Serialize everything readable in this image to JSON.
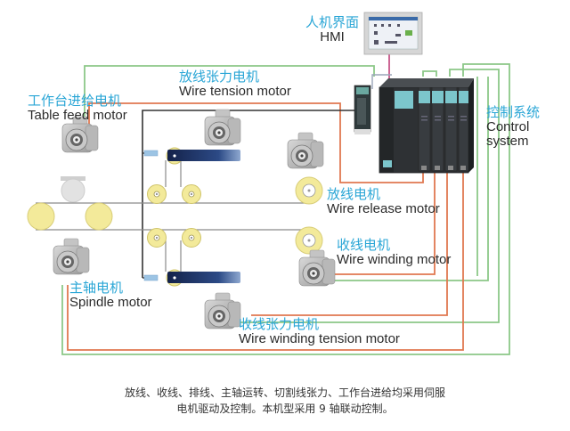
{
  "colors": {
    "signal_green": "#8cc888",
    "power_orange": "#e07850",
    "feed_black": "#333333",
    "hmi_magenta": "#c0407a",
    "label_blue": "#2aa6d6",
    "pulley_yellow": "#f3ea9a",
    "arm_navy": "#1c2d5c"
  },
  "labels": {
    "hmi": {
      "cn": "人机界面",
      "en": "HMI"
    },
    "control_system": {
      "cn": "控制系统",
      "en_line1": "Control",
      "en_line2": "system"
    },
    "wire_tension_motor": {
      "cn": "放线张力电机",
      "en": "Wire tension motor"
    },
    "table_feed_motor": {
      "cn": "工作台进给电机",
      "en": "Table feed motor"
    },
    "wire_release_motor": {
      "cn": "放线电机",
      "en": "Wire release motor"
    },
    "wire_winding_motor": {
      "cn": "收线电机",
      "en": "Wire winding motor"
    },
    "spindle_motor": {
      "cn": "主轴电机",
      "en": "Spindle motor"
    },
    "wire_winding_tension_motor": {
      "cn": "收线张力电机",
      "en": "Wire winding tension motor"
    }
  },
  "caption": {
    "line1": "放线、收线、排线、主轴运转、切割线张力、工作台进给均采用伺服",
    "line2": "电机驱动及控制。本机型采用 9 轴联动控制。"
  }
}
